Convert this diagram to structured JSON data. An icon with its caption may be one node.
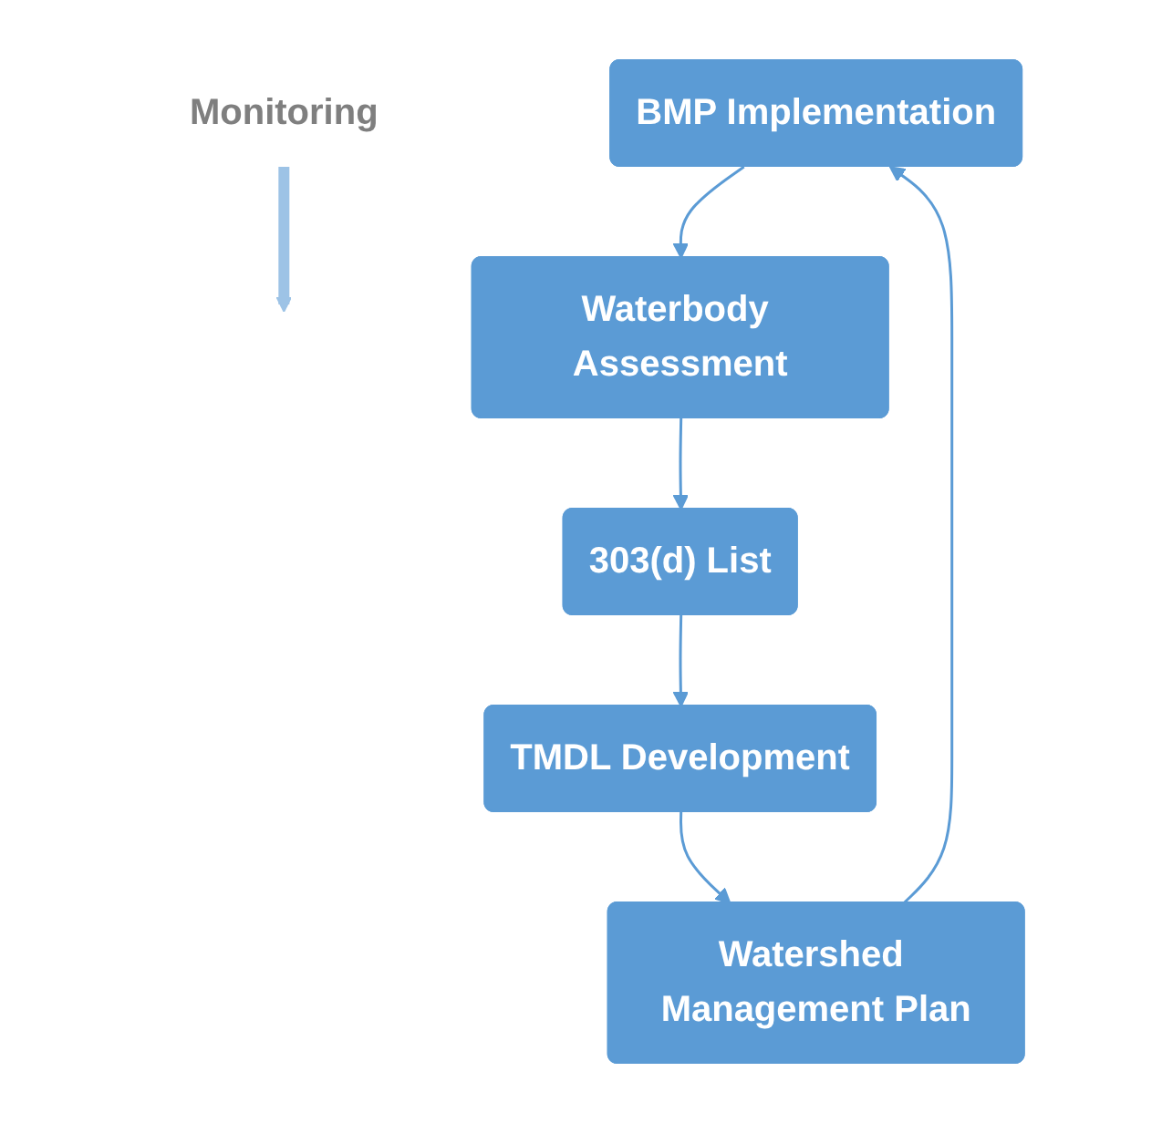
{
  "diagram": {
    "nodes": [
      {
        "text": [
          "Monitoring"
        ]
      },
      {
        "text": [
          "BMP Implementation"
        ]
      },
      {
        "text": [
          "Waterbody Assessment"
        ]
      },
      {
        "text": [
          "303(d) List"
        ]
      },
      {
        "text": [
          "TMDL Development"
        ]
      },
      {
        "text": [
          "Watershed Management Plan"
        ]
      }
    ],
    "edges": [
      {
        "from": 0,
        "to": null,
        "arrow": "to",
        "style": "thick",
        "color": "#9dc3e6"
      },
      {
        "from": 1,
        "to": 2,
        "arrow": "to"
      },
      {
        "from": 2,
        "to": 3,
        "arrow": "to"
      },
      {
        "from": 3,
        "to": 4,
        "arrow": "to"
      },
      {
        "from": 4,
        "to": 5,
        "arrow": "to"
      },
      {
        "from": 5,
        "to": 1,
        "arrow": "to"
      }
    ]
  }
}
